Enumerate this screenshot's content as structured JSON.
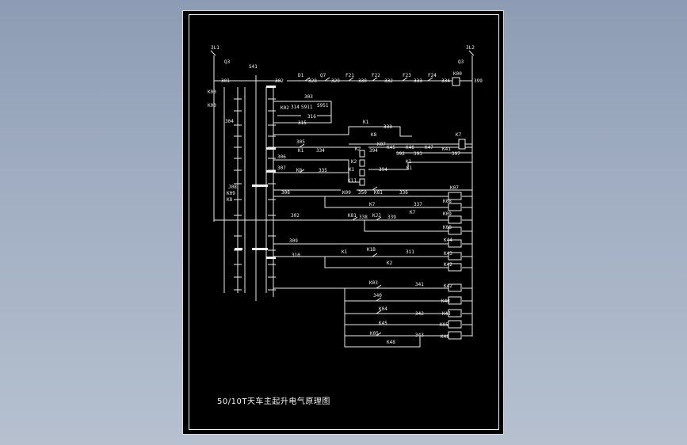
{
  "drawing": {
    "title": "50/10T天车主起升电气原理图",
    "colors": {
      "background": "#9aa8bf",
      "sheet": "#000000",
      "line": "#f0f0f0"
    }
  },
  "labels": {
    "top": [
      "3L1",
      "3L2",
      "Q3",
      "Q3",
      "S41",
      "301",
      "302",
      "D1",
      "328",
      "Q7",
      "329",
      "F21",
      "330",
      "F22",
      "332",
      "F23",
      "333",
      "F24",
      "334",
      "K00",
      "399"
    ],
    "control": [
      "K00",
      "K00",
      "303",
      "K02",
      "314",
      "S911",
      "S951",
      "316",
      "315",
      "304",
      "K1",
      "333",
      "K8",
      "K07",
      "K7",
      "305",
      "K1",
      "334",
      "K2",
      "394",
      "K45",
      "K46",
      "K47",
      "K41",
      "306",
      "392",
      "393",
      "397",
      "K2",
      "K1",
      "307",
      "K8",
      "335",
      "394",
      "K1",
      "K1J",
      "K1"
    ],
    "middle": [
      "K07",
      "308",
      "K09",
      "350",
      "K81",
      "336",
      "K7",
      "337",
      "K08",
      "J08",
      "K09",
      "K8",
      "302",
      "K81",
      "338",
      "KJJ",
      "339",
      "K7",
      "K09",
      "K08"
    ],
    "lower": [
      "K44",
      "309",
      "K1",
      "K1B",
      "311",
      "K43",
      "310",
      "K2",
      "K42",
      "K03",
      "341",
      "K42",
      "340",
      "K48",
      "K04",
      "K4J",
      "342",
      "K45",
      "K05",
      "K05",
      "343",
      "K48",
      "K48"
    ]
  }
}
